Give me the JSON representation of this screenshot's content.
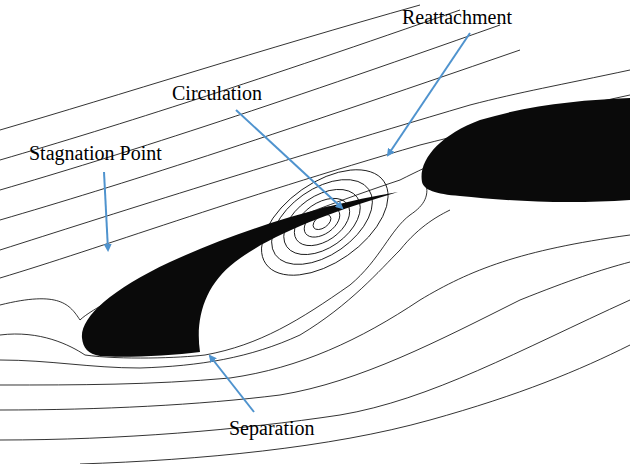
{
  "diagram": {
    "labels": [
      "Reattachment",
      "Circulation",
      "Stagnation Point",
      "Separation"
    ]
  }
}
